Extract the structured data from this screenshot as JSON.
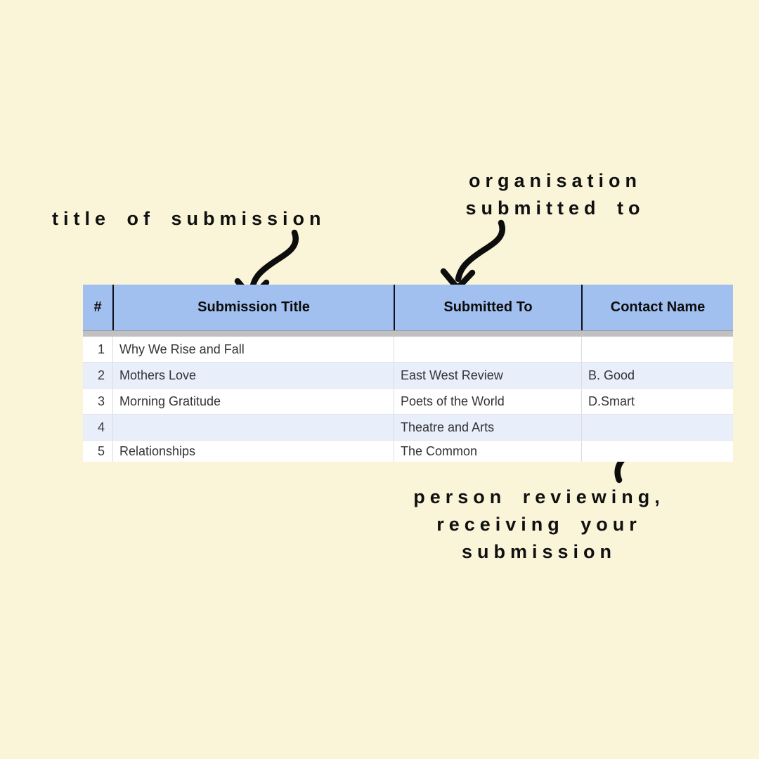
{
  "annotations": {
    "title_label": "title of submission",
    "org": {
      "lines": [
        "organisation",
        "submitted to"
      ]
    },
    "person": {
      "lines": [
        "person reviewing,",
        "receiving your",
        "submission"
      ]
    }
  },
  "table": {
    "headers": [
      "#",
      "Submission Title",
      "Submitted To",
      "Contact Name"
    ],
    "rows": [
      [
        "1",
        "Why We Rise and Fall",
        "",
        ""
      ],
      [
        "2",
        "Mothers Love",
        "East West Review",
        "B. Good"
      ],
      [
        "3",
        "Morning Gratitude",
        "Poets of the World",
        "D.Smart"
      ],
      [
        "4",
        "",
        "Theatre and Arts",
        ""
      ],
      [
        "5",
        "Relationships",
        "The Common",
        ""
      ]
    ]
  },
  "colors": {
    "background": "#FAF5D9",
    "header_bg": "#A1C0F0",
    "alt_row_bg": "#E8EFFB",
    "freeze_bar": "#C1C1C3",
    "arrow": "#0D0D0D",
    "header_text": "#0C0C0C",
    "cell_text": "#333333"
  }
}
